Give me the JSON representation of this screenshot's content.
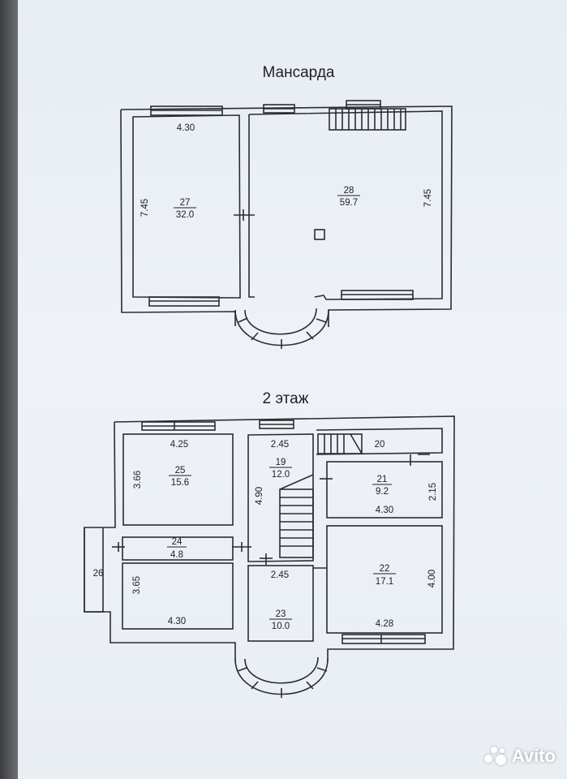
{
  "floors": [
    {
      "title": "Мансарда",
      "rooms": [
        {
          "number": "27",
          "area": "32.0",
          "dims": [
            "4.30",
            "7.45"
          ]
        },
        {
          "number": "28",
          "area": "59.7",
          "dims": [
            "7.45"
          ]
        }
      ]
    },
    {
      "title": "2 этаж",
      "rooms": [
        {
          "number": "19",
          "area": "12.0",
          "dims": [
            "2.45",
            "4.90"
          ]
        },
        {
          "number": "20"
        },
        {
          "number": "21",
          "area": "9.2",
          "dims": [
            "4.30",
            "2.15"
          ]
        },
        {
          "number": "22",
          "area": "17.1",
          "dims": [
            "4.28",
            "4.00"
          ]
        },
        {
          "number": "23",
          "area": "10.0",
          "dims": [
            "2.45"
          ]
        },
        {
          "number": "24",
          "area": "4.8"
        },
        {
          "number": "25",
          "area": "15.6",
          "dims": [
            "4.25",
            "3.66"
          ]
        },
        {
          "number": "26"
        },
        {
          "number": "",
          "area": "",
          "dims": [
            "3.65",
            "4.30"
          ]
        }
      ]
    }
  ],
  "watermark": "Avito",
  "colors": {
    "wall": "#2a2c31",
    "paper": "#eaeff4",
    "ink": "#1d1f24"
  }
}
